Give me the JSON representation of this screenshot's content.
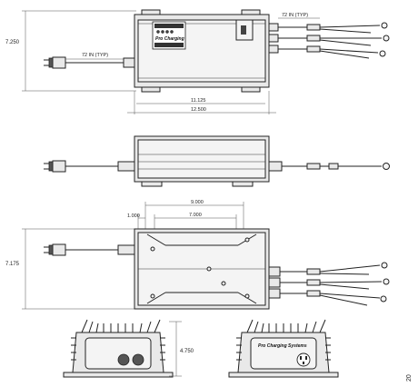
{
  "top_view": {
    "dim_height": "7.250",
    "dim_cable_out": "72 IN (TYP)",
    "dim_cable_in": "72 IN (TYP)",
    "dim_width_inner": "11.125",
    "dim_width_total": "12.500",
    "label_logo": "Pro Charging"
  },
  "mounting_view": {
    "dim_hole_offset": "1.000",
    "dim_hole_span_outer": "9.000",
    "dim_hole_span_inner": "7.000",
    "dim_height": "7.175"
  },
  "end_view": {
    "dim_height": "4.750",
    "label_logo": "Pro Charging Systems"
  },
  "page_number": "20"
}
